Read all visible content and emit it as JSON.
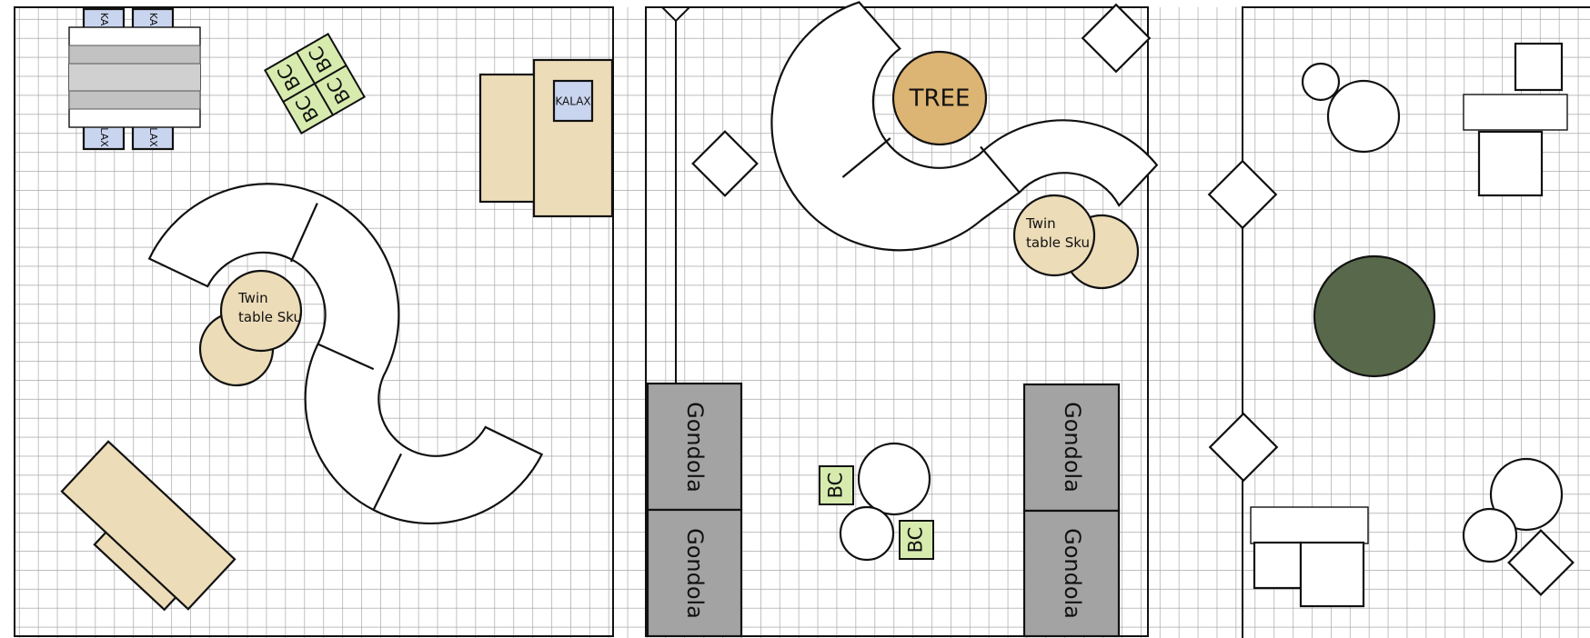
{
  "colors": {
    "grid": "#a8a8a8",
    "wall": "#111111",
    "tan": "#ecdcb8",
    "gold": "#dcb474",
    "dark_green": "#58684a",
    "light_green": "#d6ebad",
    "light_blue": "#c9d5ee",
    "gondola_gray": "#a3a3a3",
    "shelf_gray": "#d0d0d0"
  },
  "labels": {
    "kalax": "KALAX",
    "kalax_top_left_cut": "KA",
    "kalax_top_right_cut": "KA",
    "kalax_bottom_left_cut": "LAX",
    "kalax_bottom_right_cut": "LAX",
    "bc": "BC",
    "tree": "TREE",
    "twin_table_line1": "Twin",
    "twin_table_line2": "table Sku",
    "gondola": "Gondola"
  }
}
